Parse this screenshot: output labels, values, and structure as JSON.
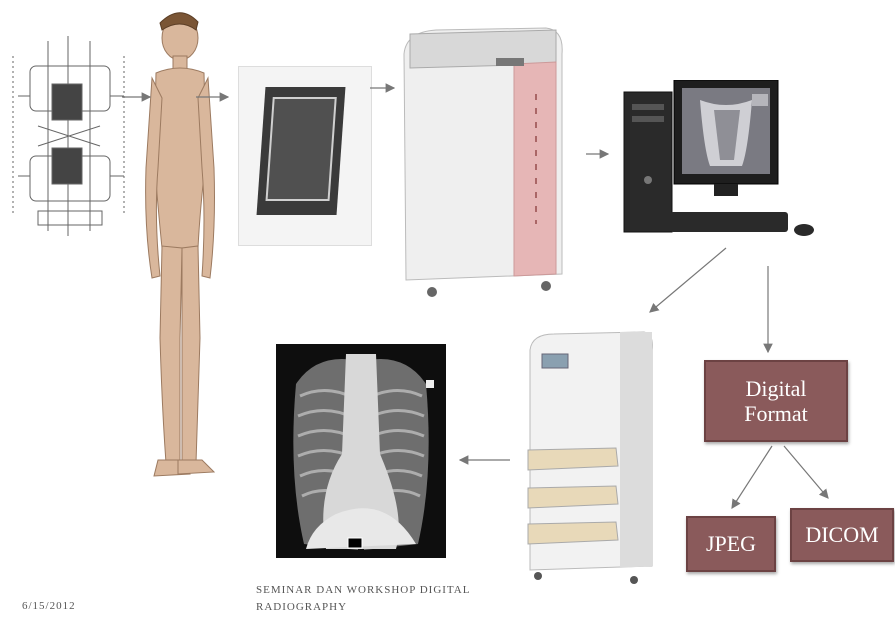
{
  "boxes": {
    "digital_format": "Digital\nFormat",
    "jpeg": "JPEG",
    "dicom": "DICOM"
  },
  "footer": {
    "date": "6/15/2012",
    "title_line1": "SEMINAR DAN WORKSHOP DIGITAL",
    "title_line2": "RADIOGRAPHY"
  },
  "colors": {
    "box_fill": "#8a5a5b",
    "arrow": "#777777"
  }
}
